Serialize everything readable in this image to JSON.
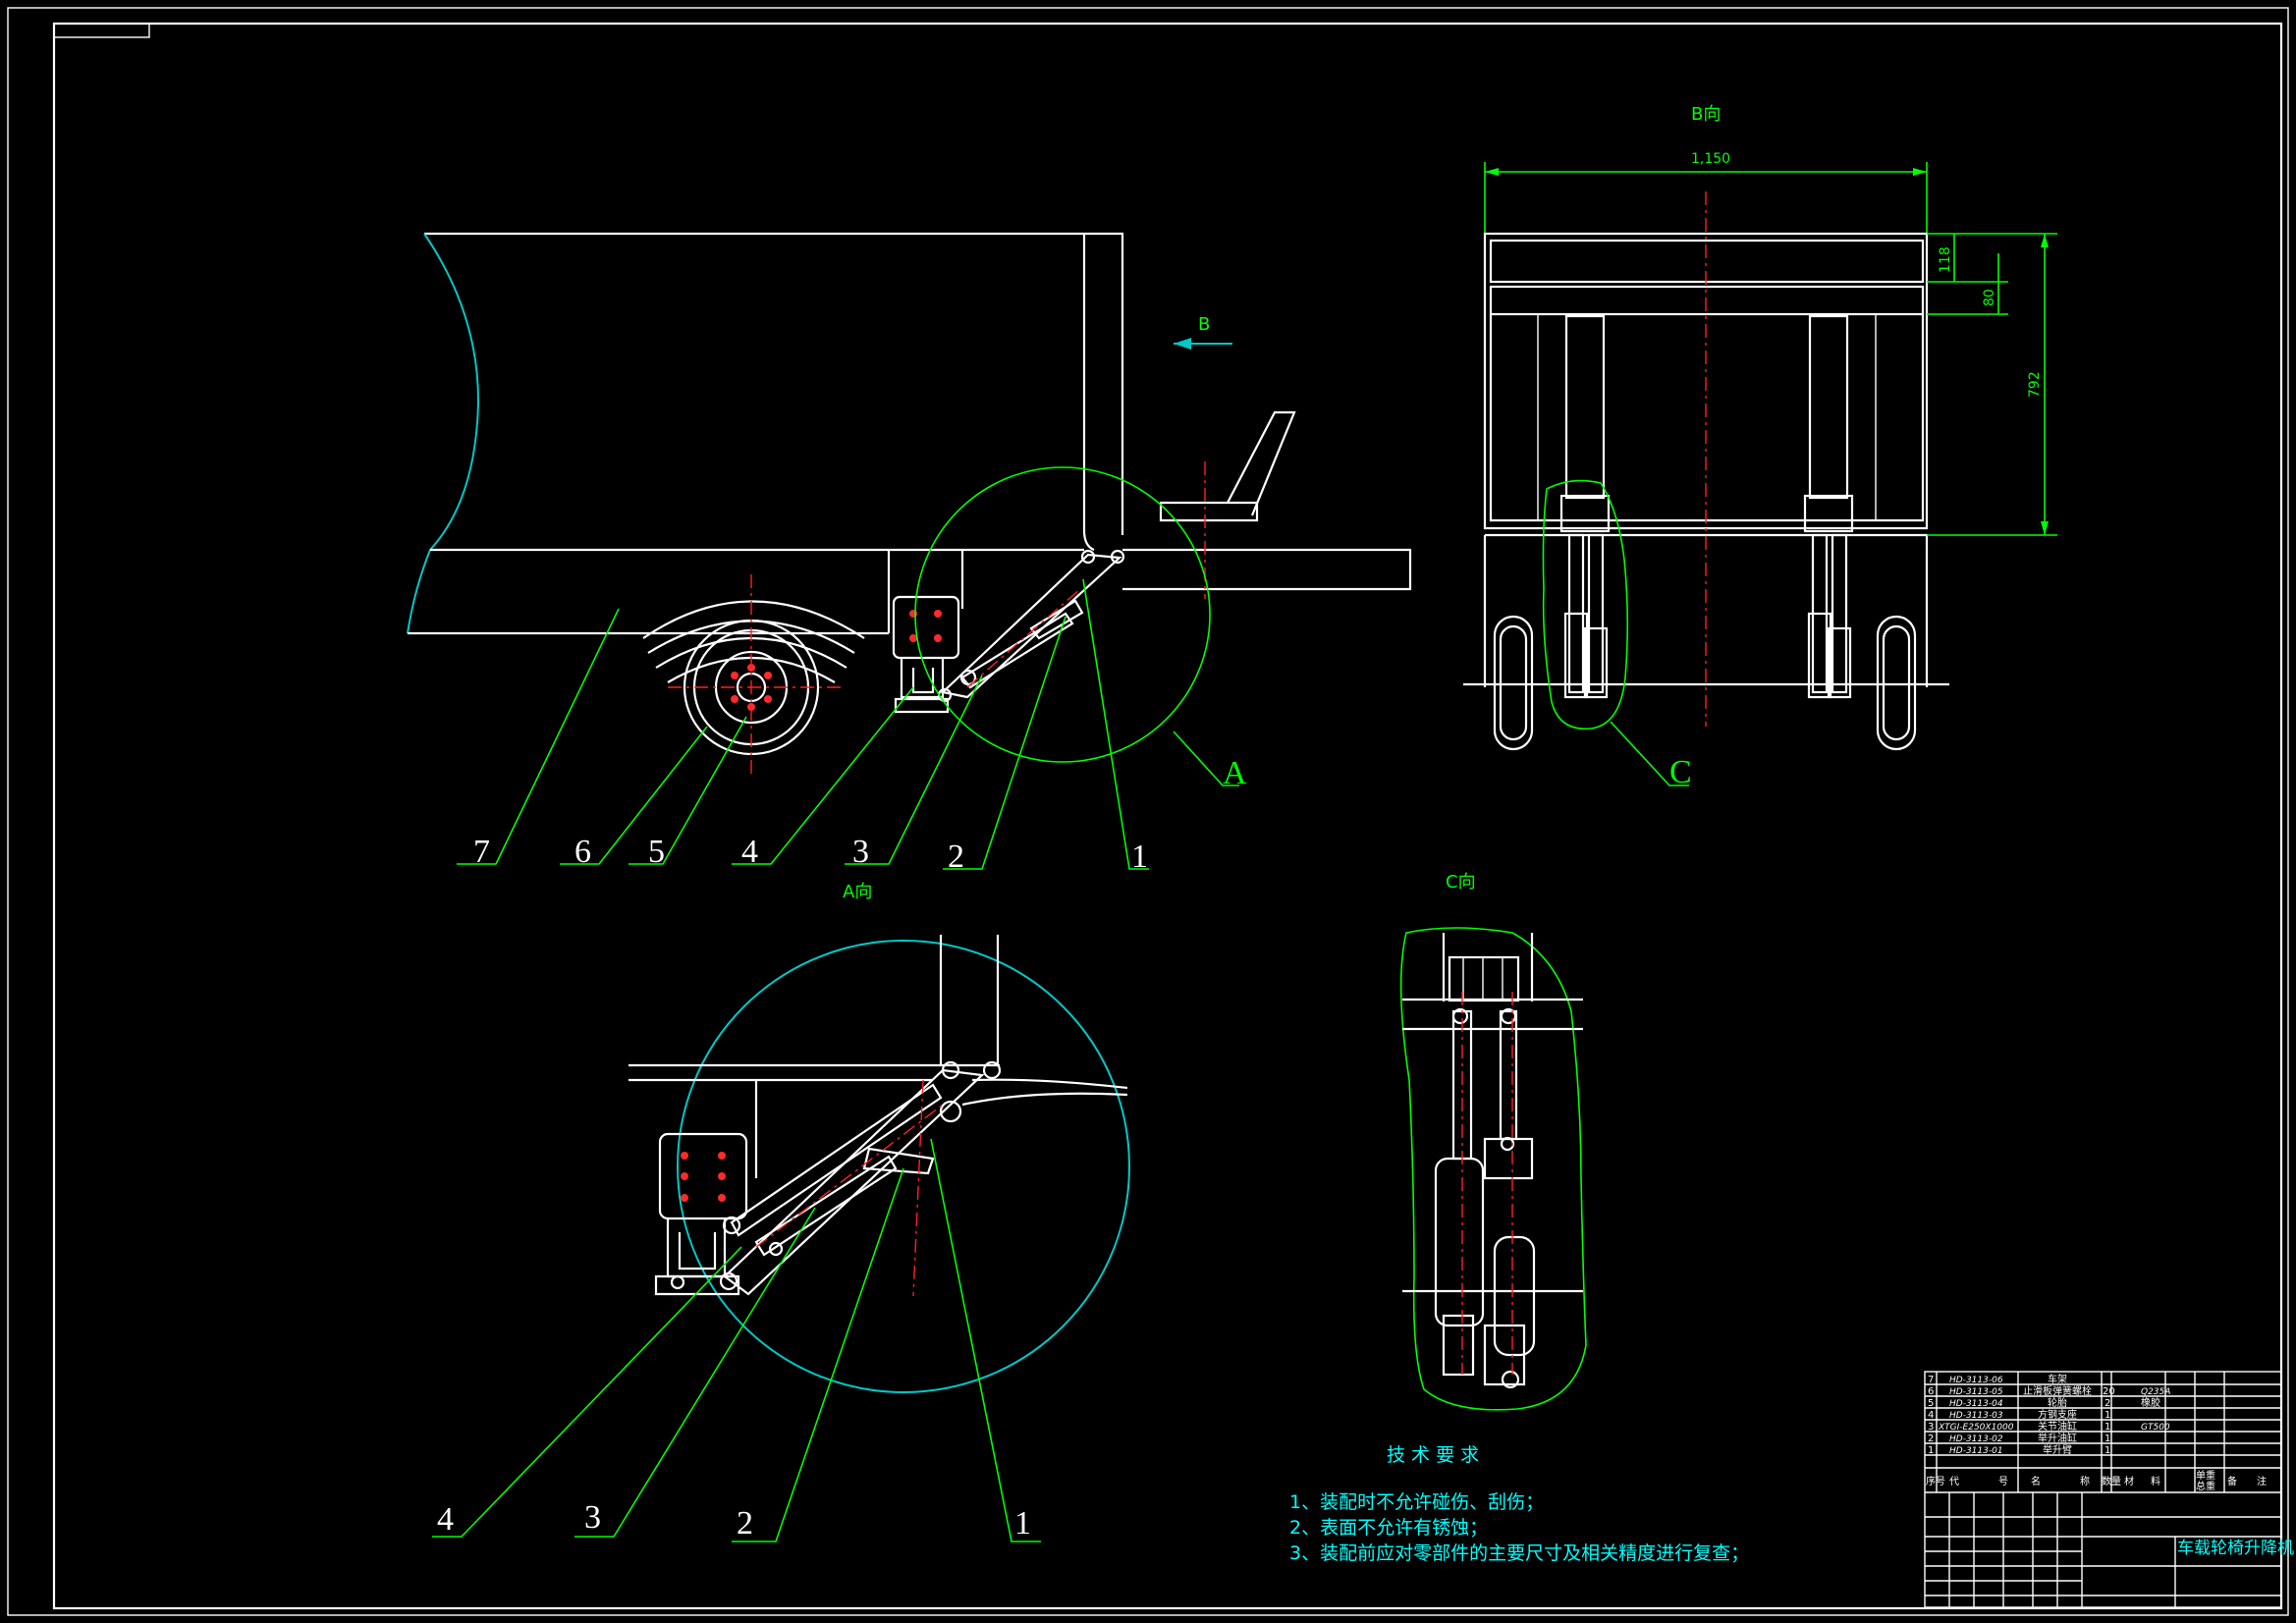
{
  "views": {
    "b_view": "B向",
    "a_view": "A向",
    "c_view": "C向",
    "b_arrow": "B",
    "a_callout": "A",
    "c_callout": "C"
  },
  "dimensions": {
    "width": "1,150",
    "d118": "118",
    "d80": "80",
    "d792": "792"
  },
  "part_labels_main": [
    "7",
    "6",
    "5",
    "4",
    "3",
    "2",
    "1"
  ],
  "part_labels_detail": [
    "4",
    "3",
    "2",
    "1"
  ],
  "tech_requirements": {
    "title": "技 术 要 求",
    "items": [
      "1、装配时不允许碰伤、刮伤；",
      "2、表面不允许有锈蚀；",
      "3、装配前应对零部件的主要尺寸及相关精度进行复查；"
    ]
  },
  "bom": {
    "rows": [
      {
        "no": "7",
        "code": "HD-3113-06",
        "name": "车架",
        "qty": "",
        "material": ""
      },
      {
        "no": "6",
        "code": "HD-3113-05",
        "name": "止滑板弹簧螺栓",
        "qty": "20",
        "material": "Q235A"
      },
      {
        "no": "5",
        "code": "HD-3113-04",
        "name": "轮胎",
        "qty": "2",
        "material": "橡胶"
      },
      {
        "no": "4",
        "code": "HD-3113-03",
        "name": "方钢支座",
        "qty": "1",
        "material": ""
      },
      {
        "no": "3",
        "code": "XTGI-E250X1000",
        "name": "关节油缸",
        "qty": "1",
        "material": "GT500"
      },
      {
        "no": "2",
        "code": "HD-3113-02",
        "name": "举升油缸",
        "qty": "1",
        "material": ""
      },
      {
        "no": "1",
        "code": "HD-3113-01",
        "name": "举升臂",
        "qty": "1",
        "material": ""
      }
    ],
    "header": [
      "序号",
      "代",
      "号",
      "名",
      "称",
      "数量",
      "材",
      "料",
      "单重",
      "总重",
      "备",
      "注"
    ],
    "drawing_title": "车载轮椅升降机"
  }
}
